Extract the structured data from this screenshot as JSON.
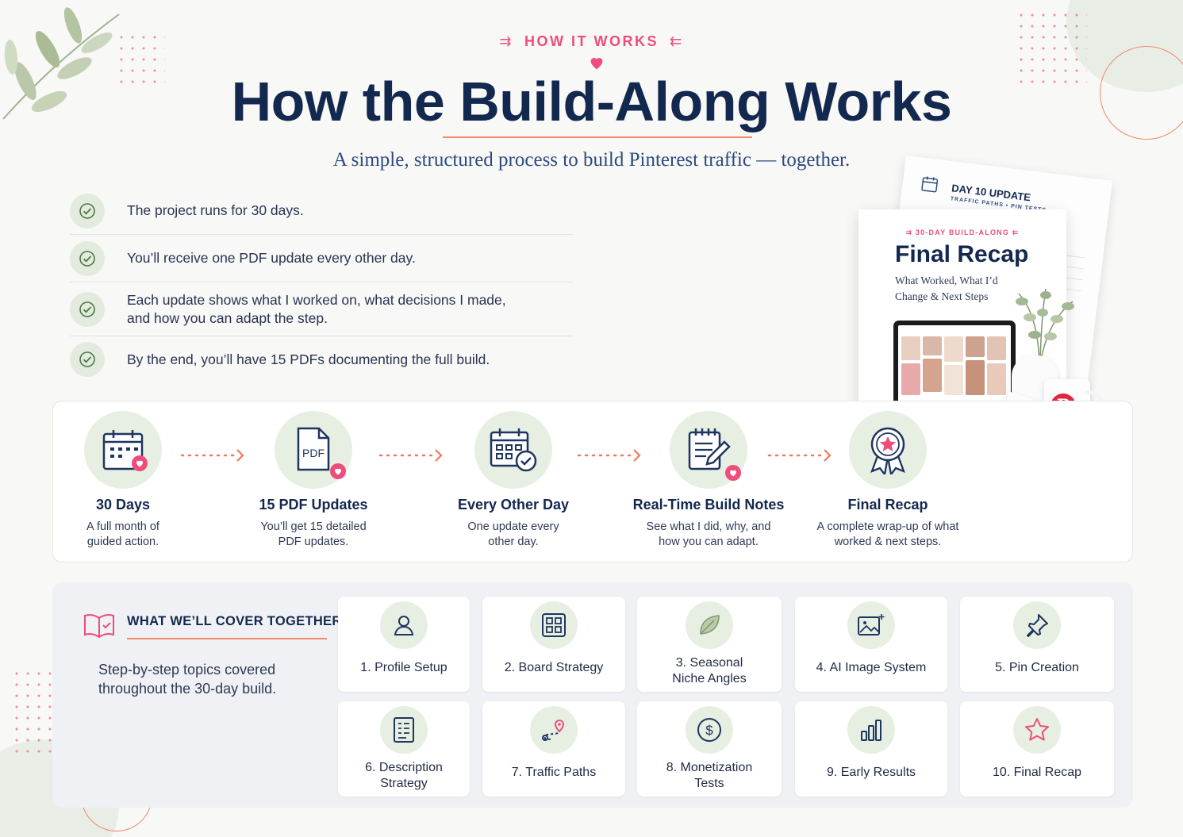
{
  "header": {
    "eyebrow": "HOW IT WORKS",
    "title": "How the Build-Along Works",
    "subtitle": "A simple, structured process to build Pinterest traffic — together."
  },
  "bullets": [
    {
      "text": "The project runs for 30 days."
    },
    {
      "text": "You’ll receive one PDF update every other day."
    },
    {
      "text": "Each update shows what I worked on, what decisions I made, and how you can adapt the step."
    },
    {
      "text": "By the end, you’ll have 15 PDFs documenting the full build."
    }
  ],
  "mockup": {
    "back_doc_title": "DAY 10 UPDATE",
    "back_doc_subtitle": "TRAFFIC PATHS • PIN TESTS",
    "front_eyebrow": "30-DAY BUILD-ALONG",
    "front_title": "Final Recap",
    "front_subtitle": "What Worked, What I’d Change & Next Steps"
  },
  "steps": [
    {
      "title": "30 Days",
      "desc": "A full month of guided action.",
      "icon": "calendar-icon"
    },
    {
      "title": "15 PDF Updates",
      "desc": "You’ll get 15 detailed PDF updates.",
      "icon": "pdf-icon",
      "icon_text": "PDF"
    },
    {
      "title": "Every Other Day",
      "desc": "One update every other day.",
      "icon": "calendar-check-icon"
    },
    {
      "title": "Real-Time Build Notes",
      "desc": "See what I did, why, and how you can adapt.",
      "icon": "notepad-icon"
    },
    {
      "title": "Final Recap",
      "desc": "A complete wrap-up of what worked & next steps.",
      "icon": "award-ribbon-icon"
    }
  ],
  "cover": {
    "title": "WHAT WE’LL COVER TOGETHER",
    "desc": "Step-by-step topics covered throughout the 30-day build."
  },
  "topics": [
    {
      "label": "1. Profile Setup",
      "icon": "user-icon"
    },
    {
      "label": "2. Board Strategy",
      "icon": "grid-icon"
    },
    {
      "label": "3. Seasonal Niche Angles",
      "icon": "leaf-icon"
    },
    {
      "label": "4. AI Image System",
      "icon": "image-sparkle-icon"
    },
    {
      "label": "5. Pin Creation",
      "icon": "pushpin-icon"
    },
    {
      "label": "6. Description Strategy",
      "icon": "document-icon"
    },
    {
      "label": "7. Traffic Paths",
      "icon": "route-pin-icon"
    },
    {
      "label": "8. Monetization Tests",
      "icon": "dollar-icon"
    },
    {
      "label": "9. Early Results",
      "icon": "bar-chart-icon"
    },
    {
      "label": "10. Final Recap",
      "icon": "star-icon"
    }
  ],
  "colors": {
    "navy": "#13284f",
    "pink": "#ee4d7b",
    "sage": "#e7efe2",
    "coral": "#ef8a6b"
  }
}
